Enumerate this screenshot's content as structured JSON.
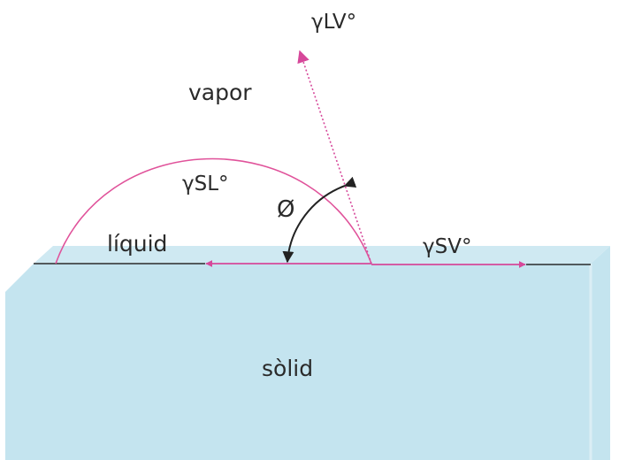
{
  "labels": {
    "vapor": "vapor",
    "solid": "sòlid",
    "liquid": "líquid",
    "gamma_lv": "γLV°",
    "gamma_sl": "γSL°",
    "gamma_sv": "γSV°",
    "contact_angle": "Ø"
  },
  "colors": {
    "solid_fill": "#c4e4ef",
    "solid_edge": "#dbeef5",
    "surface_line": "#2b2b2b",
    "drop_outline": "#e0529a",
    "force_vectors": "#d6489a",
    "angle_arc": "#222222",
    "text": "#2a2a2a"
  }
}
